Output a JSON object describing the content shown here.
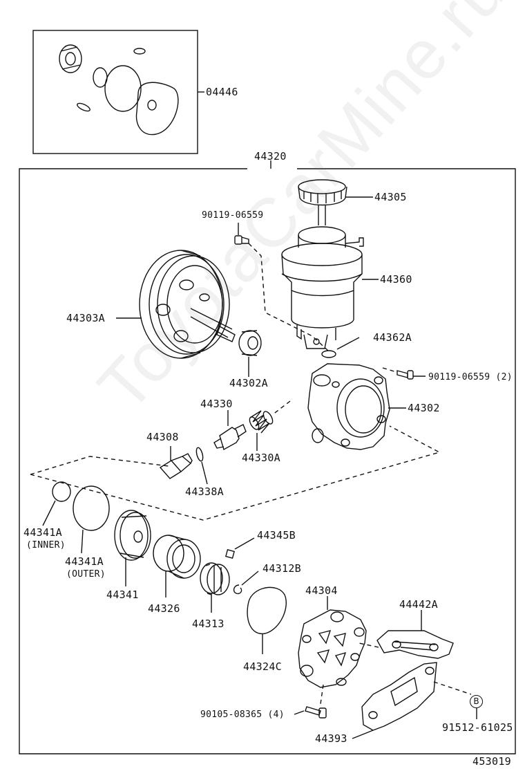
{
  "watermark": "ToyotaCarMine.ru",
  "figure_number": "453019",
  "kit": {
    "label": "04446"
  },
  "assembly": {
    "label": "44320"
  },
  "callout_letter": "B",
  "parts": {
    "p44305": "44305",
    "p90119a": "90119-06559",
    "p44360": "44360",
    "p44303A": "44303A",
    "p44362A": "44362A",
    "p90119b": "90119-06559 (2)",
    "p44302A": "44302A",
    "p44330": "44330",
    "p44302": "44302",
    "p44308": "44308",
    "p44330A": "44330A",
    "p44338A": "44338A",
    "p44341Ai": "44341A",
    "p44341Ai_note": "(INNER)",
    "p44341Ao": "44341A",
    "p44341Ao_note": "(OUTER)",
    "p44345B": "44345B",
    "p44312B": "44312B",
    "p44304": "44304",
    "p44442A": "44442A",
    "p44341": "44341",
    "p44326": "44326",
    "p44313": "44313",
    "p44324C": "44324C",
    "p90105": "90105-08365 (4)",
    "p44393": "44393",
    "p91512": "91512-61025"
  }
}
